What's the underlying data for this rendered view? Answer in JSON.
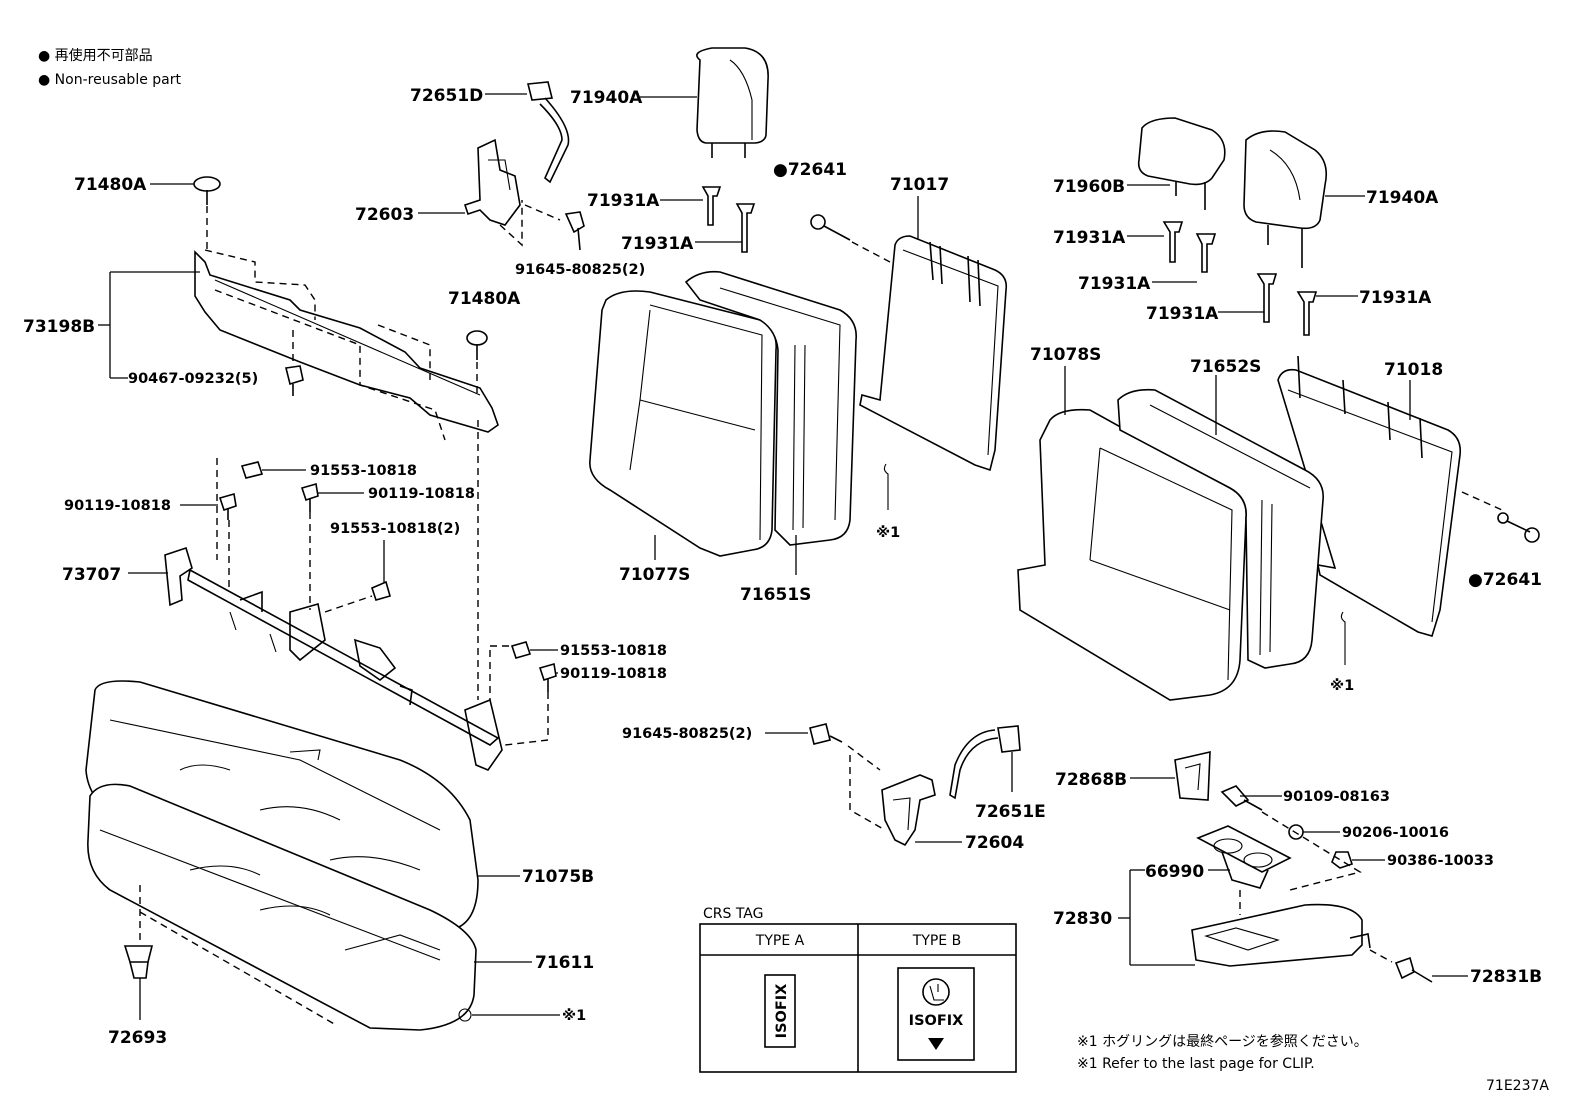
{
  "legend": {
    "jp": "● 再使用不可部品",
    "en": "● Non-reusable part"
  },
  "labels": {
    "p72651D": "72651D",
    "p71940A_left": "71940A",
    "p72641_top": "●72641",
    "p71017": "71017",
    "p71480A_top": "71480A",
    "p72603": "72603",
    "p71931A_1": "71931A",
    "p71931A_2": "71931A",
    "p91645_top": "91645-80825(2)",
    "p73198B": "73198B",
    "p90467": "90467-09232(5)",
    "p71480A_mid": "71480A",
    "p91553_1": "91553-10818",
    "p90119_left": "90119-10818",
    "p90119_mid": "90119-10818",
    "p91553_2": "91553-10818(2)",
    "p73707": "73707",
    "p91553_3": "91553-10818",
    "p90119_3": "90119-10818",
    "p71077S": "71077S",
    "p71651S": "71651S",
    "clip_1": "※1",
    "p71960B": "71960B",
    "p71940A_right": "71940A",
    "p71931A_3": "71931A",
    "p71931A_4": "71931A",
    "p71931A_5": "71931A",
    "p71931A_6": "71931A",
    "p71078S": "71078S",
    "p71652S": "71652S",
    "p71018": "71018",
    "p72641_right": "●72641",
    "clip_2": "※1",
    "p91645_mid": "91645-80825(2)",
    "p72651E": "72651E",
    "p72604": "72604",
    "p71075B": "71075B",
    "p71611": "71611",
    "clip_3": "※1",
    "p72693": "72693",
    "p72868B": "72868B",
    "p90109": "90109-08163",
    "p90206": "90206-10016",
    "p90386": "90386-10033",
    "p66990": "66990",
    "p72830": "72830",
    "p72831B": "72831B"
  },
  "crs_tag": {
    "title": "CRS TAG",
    "type_a": "TYPE A",
    "type_b": "TYPE B",
    "isofix_a": "ISOFIX",
    "isofix_b": "ISOFIX"
  },
  "footnote": {
    "jp": "※1 ホグリングは最終ページを参照ください。",
    "en": "※1 Refer to the last page for CLIP."
  },
  "figure_id": "71E237A"
}
